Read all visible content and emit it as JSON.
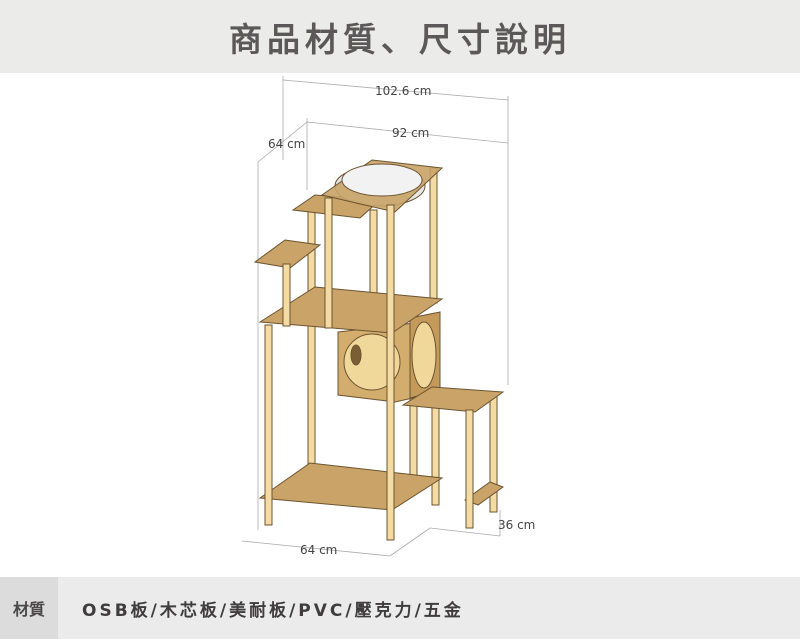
{
  "header": {
    "title": "商品材質、尺寸說明"
  },
  "dimensions": {
    "overall_width": "102.6 cm",
    "top_width": "92 cm",
    "height_label": "64 cm",
    "base_depth": "64 cm",
    "step_depth": "36 cm"
  },
  "colors": {
    "wood": "#c9a367",
    "pole": "#f4dba3",
    "outline": "#6b5430"
  },
  "spec": {
    "label": "材質",
    "value": "OSB板/木芯板/美耐板/PVC/壓克力/五金"
  }
}
